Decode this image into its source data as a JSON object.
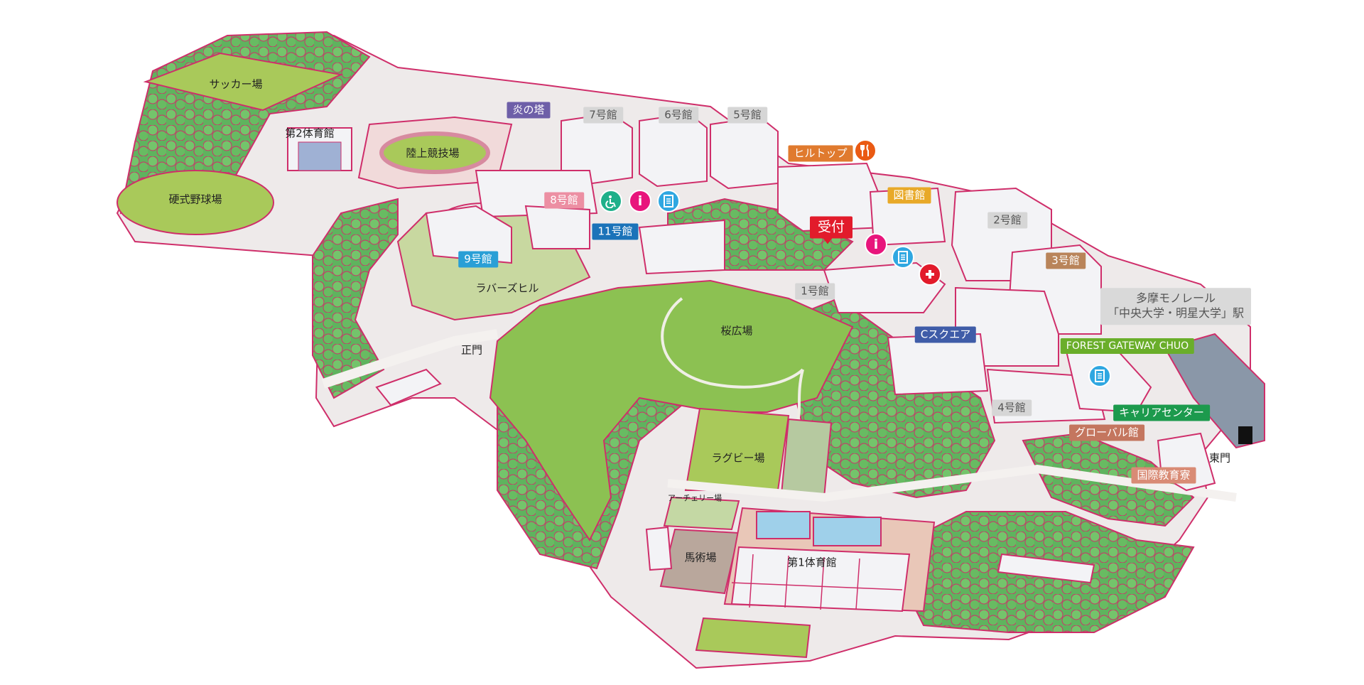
{
  "map": {
    "labels": {
      "soccer": "サッカー場",
      "gym2": "第2体育館",
      "track": "陸上競技場",
      "baseball": "硬式野球場",
      "rubber_hill": "ラバーズヒル",
      "main_gate": "正門",
      "sakura": "桜広場",
      "rugby": "ラグビー場",
      "archery": "アーチェリー場",
      "equestrian": "馬術場",
      "gym1": "第1体育館",
      "east_gate": "東門"
    },
    "tags": {
      "tower": "炎の塔",
      "b7": "7号館",
      "b6": "6号館",
      "b5": "5号館",
      "hilltop": "ヒルトップ",
      "library": "図書館",
      "b8": "8号館",
      "b11": "11号館",
      "b9": "9号館",
      "reception": "受付",
      "b2": "2号館",
      "b3": "3号館",
      "b1": "1号館",
      "csquare": "Cスクエア",
      "forest": "FOREST GATEWAY CHUO",
      "b4": "4号館",
      "career": "キャリアセンター",
      "global": "グローバル館",
      "dorm": "国際教育寮"
    },
    "station": {
      "line1": "多摩モノレール",
      "line2": "「中央大学・明星大学」駅"
    },
    "icons": {
      "restaurant": "restaurant-icon",
      "elevator": "accessible-elevator-icon",
      "info": "info-icon",
      "document": "document-icon",
      "first_aid": "first-aid-icon"
    },
    "colors": {
      "lawn": "#8cc152",
      "tree": "#6cbf63",
      "outline": "#cf2e6a",
      "path": "#f4f1ef",
      "building": "#f3f3f6",
      "info": "#e8157c",
      "doc": "#2fa7e1",
      "aid": "#e21b2b",
      "elev": "#1fb08a",
      "food": "#ea5a13"
    }
  }
}
